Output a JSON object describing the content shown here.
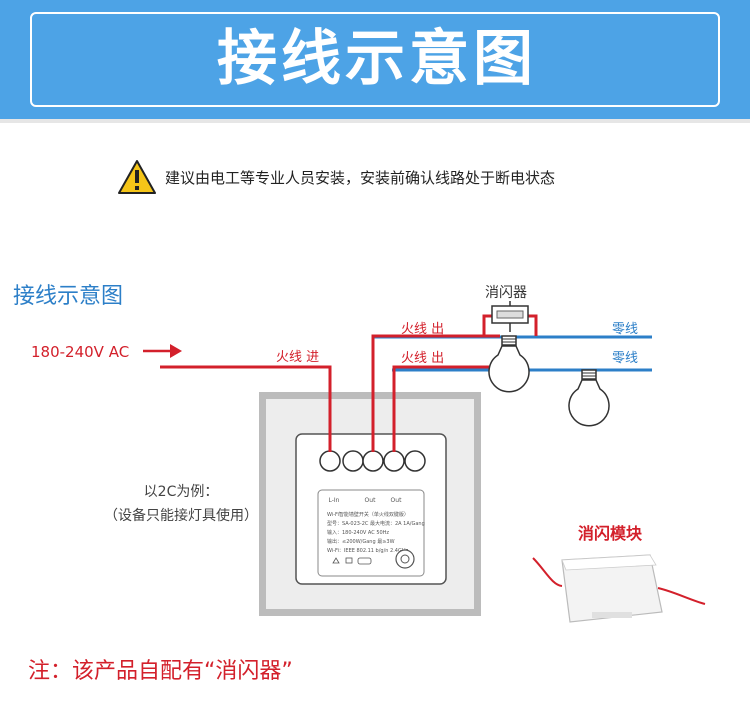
{
  "banner": {
    "title": "接线示意图"
  },
  "warning": {
    "text": "建议由电工等专业人员安装，安装前确认线路处于断电状态",
    "icon": "warning-triangle-icon"
  },
  "diagram": {
    "section_title": "接线示意图",
    "input_label": "180-240V AC",
    "live_in_label": "火线 进",
    "live_out_label_1": "火线 出",
    "live_out_label_2": "火线 出",
    "neutral_label_1": "零线",
    "neutral_label_2": "零线",
    "flicker_eliminator_label": "消闪器",
    "example_line_1": "以2C为例：",
    "example_line_2": "（设备只能接灯具使用）",
    "module_label": "消闪模块",
    "switch_text": {
      "port_1": "L-In",
      "port_2": "Out",
      "port_3": "Out",
      "line_1": "Wi-Fi智能墙壁开关（单火线双键版）",
      "line_2": "型号：SA-023-2C  最大电流：2A 1A/Gang",
      "line_3": "输入：180-240V AC 50Hz",
      "line_4": "输出：≤200W/Gang  最≥3W",
      "line_5": "Wi-Fi：IEEE 802.11 b/g/n 2.4GHz"
    },
    "colors": {
      "live": "#d3202b",
      "neutral": "#2c7fc8"
    }
  },
  "note": {
    "text": "注：该产品自配有“消闪器”"
  }
}
